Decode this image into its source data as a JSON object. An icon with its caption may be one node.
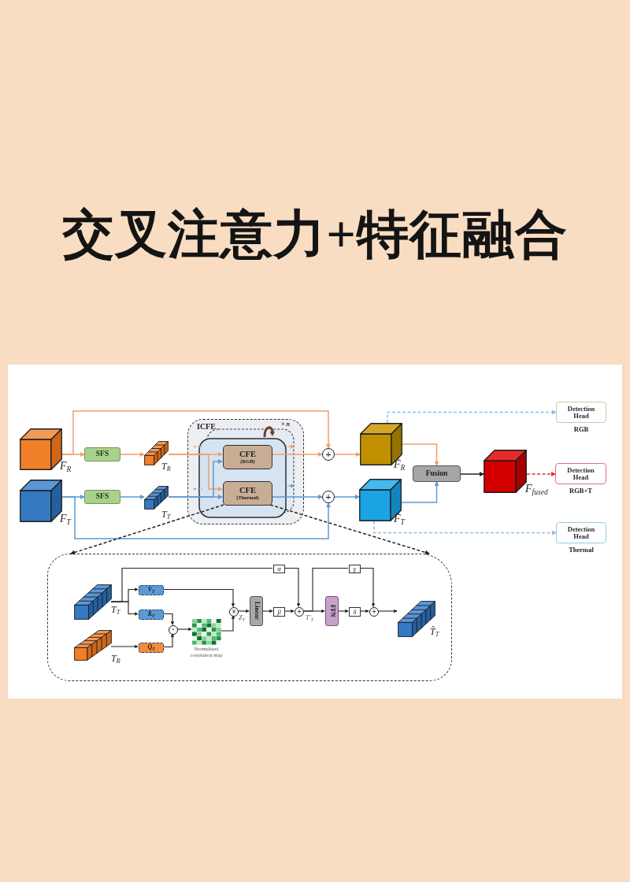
{
  "diagram": {
    "title": "交叉注意力+特征融合",
    "nodes": [
      {
        "text": [],
        "shape": "cube",
        "beside": [
          "F$_{R}$"
        ]
      },
      {
        "text": [
          "SFS"
        ]
      },
      {
        "text": [],
        "shape": "bar",
        "beside": [
          "T$_{R}$"
        ]
      },
      {
        "text": [],
        "shape": "cube",
        "beside": [
          "F$_{T}$"
        ]
      },
      {
        "text": [
          "SFS"
        ]
      },
      {
        "text": [],
        "shape": "bar",
        "beside": [
          "T$_{T}$"
        ]
      },
      {
        "text": [
          "ICFE"
        ]
      },
      {
        "text": [
          "CFE",
          "(RGB)"
        ],
        "in": 6
      },
      {
        "text": [
          "CFE",
          "(Thermal)"
        ],
        "in": 6
      },
      {
        "text": [
          "+"
        ]
      },
      {
        "text": [
          "+"
        ]
      },
      {
        "text": [],
        "shape": "cube",
        "beside": [
          "F̂$_{R}$"
        ]
      },
      {
        "text": [],
        "shape": "cube",
        "beside": [
          "F̂$_{T}$"
        ]
      },
      {
        "text": [
          "Fusion"
        ]
      },
      {
        "text": [],
        "shape": "cube",
        "beside": [
          "F$_{fused}$"
        ]
      },
      {
        "text": [
          "Detection Head"
        ],
        "beside": [
          "RGB"
        ]
      },
      {
        "text": [
          "Detection Head"
        ],
        "beside": [
          "RGB+T"
        ]
      },
      {
        "text": [
          "Detection Head"
        ],
        "beside": [
          "Thermal"
        ]
      },
      {
        "text": [],
        "shape": "box"
      },
      {
        "text": [],
        "shape": "bar",
        "in": 18,
        "beside": [
          "T$_{T}$"
        ]
      },
      {
        "text": [],
        "shape": "bar",
        "in": 18,
        "beside": [
          "T$_{R}$"
        ]
      },
      {
        "text": [
          "V$_{T}$"
        ],
        "in": 18
      },
      {
        "text": [
          "K$_{T}$"
        ],
        "in": 18
      },
      {
        "text": [
          "Q$_{T}$"
        ],
        "in": 18
      },
      {
        "text": [
          "·"
        ],
        "in": 18
      },
      {
        "text": [],
        "shape": "grid",
        "in": 18,
        "beside": [
          "Normalized correlation map"
        ]
      },
      {
        "text": [
          "×"
        ],
        "in": 18
      },
      {
        "text": [
          "Linear"
        ],
        "in": 18
      },
      {
        "text": [
          "β"
        ],
        "in": 18
      },
      {
        "text": [
          "α"
        ],
        "in": 18
      },
      {
        "text": [
          "+"
        ],
        "in": 18
      },
      {
        "text": [
          "FFN"
        ],
        "in": 18
      },
      {
        "text": [
          "γ"
        ],
        "in": 18
      },
      {
        "text": [
          "δ"
        ],
        "in": 18
      },
      {
        "text": [
          "+"
        ],
        "in": 18
      },
      {
        "text": [],
        "shape": "bar",
        "in": 18,
        "beside": [
          "T̂$_{T}$"
        ]
      }
    ],
    "edges": [
      {
        "from": 0,
        "to": 1,
        "arrow": "to",
        "color": "#f0a068"
      },
      {
        "from": 0,
        "to": 9,
        "arrow": "to",
        "color": "#f0a068"
      },
      {
        "from": 1,
        "to": 2,
        "arrow": "to",
        "color": "#f0a068"
      },
      {
        "from": 2,
        "to": 7,
        "arrow": "to",
        "color": "#f0a068"
      },
      {
        "from": 2,
        "to": 8,
        "arrow": "to",
        "color": "#f0a068"
      },
      {
        "from": 3,
        "to": 4,
        "arrow": "to",
        "color": "#5b9bd5"
      },
      {
        "from": 3,
        "to": 10,
        "arrow": "to",
        "color": "#5b9bd5"
      },
      {
        "from": 4,
        "to": 5,
        "arrow": "to",
        "color": "#5b9bd5"
      },
      {
        "from": 5,
        "to": 8,
        "arrow": "to",
        "color": "#5b9bd5"
      },
      {
        "from": 5,
        "to": 7,
        "arrow": "to",
        "color": "#5b9bd5"
      },
      {
        "from": 7,
        "to": 9,
        "arrow": "to",
        "color": "#f0a068"
      },
      {
        "from": 8,
        "to": 10,
        "arrow": "to",
        "color": "#5b9bd5"
      },
      {
        "from": 9,
        "to": 11,
        "arrow": "to",
        "color": "#f0a068"
      },
      {
        "from": 10,
        "to": 12,
        "arrow": "to",
        "color": "#5b9bd5"
      },
      {
        "from": 11,
        "to": 13,
        "arrow": "to",
        "color": "#f0a068"
      },
      {
        "from": 12,
        "to": 13,
        "arrow": "to",
        "color": "#5b9bd5"
      },
      {
        "from": 13,
        "to": 14,
        "arrow": "to"
      },
      {
        "from": 14,
        "to": 16,
        "arrow": "to",
        "style": "dashed",
        "color": "#e03030"
      },
      {
        "from": 11,
        "to": 15,
        "arrow": "to",
        "style": "dashed",
        "color": "#8fbde0"
      },
      {
        "from": 12,
        "to": 17,
        "arrow": "to",
        "style": "dashed",
        "color": "#8fbde0"
      },
      {
        "from": 8,
        "to": 18,
        "arrow": "to",
        "style": "dashed"
      },
      {
        "from": 8,
        "to": 18,
        "arrow": "to",
        "style": "dashed"
      },
      {
        "from": 19,
        "to": 21,
        "arrow": "to"
      },
      {
        "from": 19,
        "to": 22,
        "arrow": "to"
      },
      {
        "from": 19,
        "to": 29,
        "arrow": "none"
      },
      {
        "from": 29,
        "to": 30,
        "arrow": "to"
      },
      {
        "from": 20,
        "to": 23,
        "arrow": "to"
      },
      {
        "from": 22,
        "to": 24,
        "arrow": "to"
      },
      {
        "from": 23,
        "to": 24,
        "arrow": "to"
      },
      {
        "from": 24,
        "to": 25,
        "arrow": "to"
      },
      {
        "from": 21,
        "to": 26,
        "arrow": "to"
      },
      {
        "from": 25,
        "to": 26,
        "arrow": "to"
      },
      {
        "from": 26,
        "to": 27,
        "arrow": "to",
        "label": "Z$_{T}$"
      },
      {
        "from": 27,
        "to": 28,
        "arrow": "to"
      },
      {
        "from": 28,
        "to": 30,
        "arrow": "to"
      },
      {
        "from": 30,
        "to": 31,
        "arrow": "to",
        "label": "T′$_{T}$"
      },
      {
        "from": 30,
        "to": 32,
        "arrow": "none"
      },
      {
        "from": 32,
        "to": 34,
        "arrow": "to"
      },
      {
        "from": 31,
        "to": 33,
        "arrow": "to"
      },
      {
        "from": 33,
        "to": 34,
        "arrow": "to"
      },
      {
        "from": 34,
        "to": 35,
        "arrow": "to"
      }
    ],
    "labels": [
      "× *n*"
    ]
  }
}
